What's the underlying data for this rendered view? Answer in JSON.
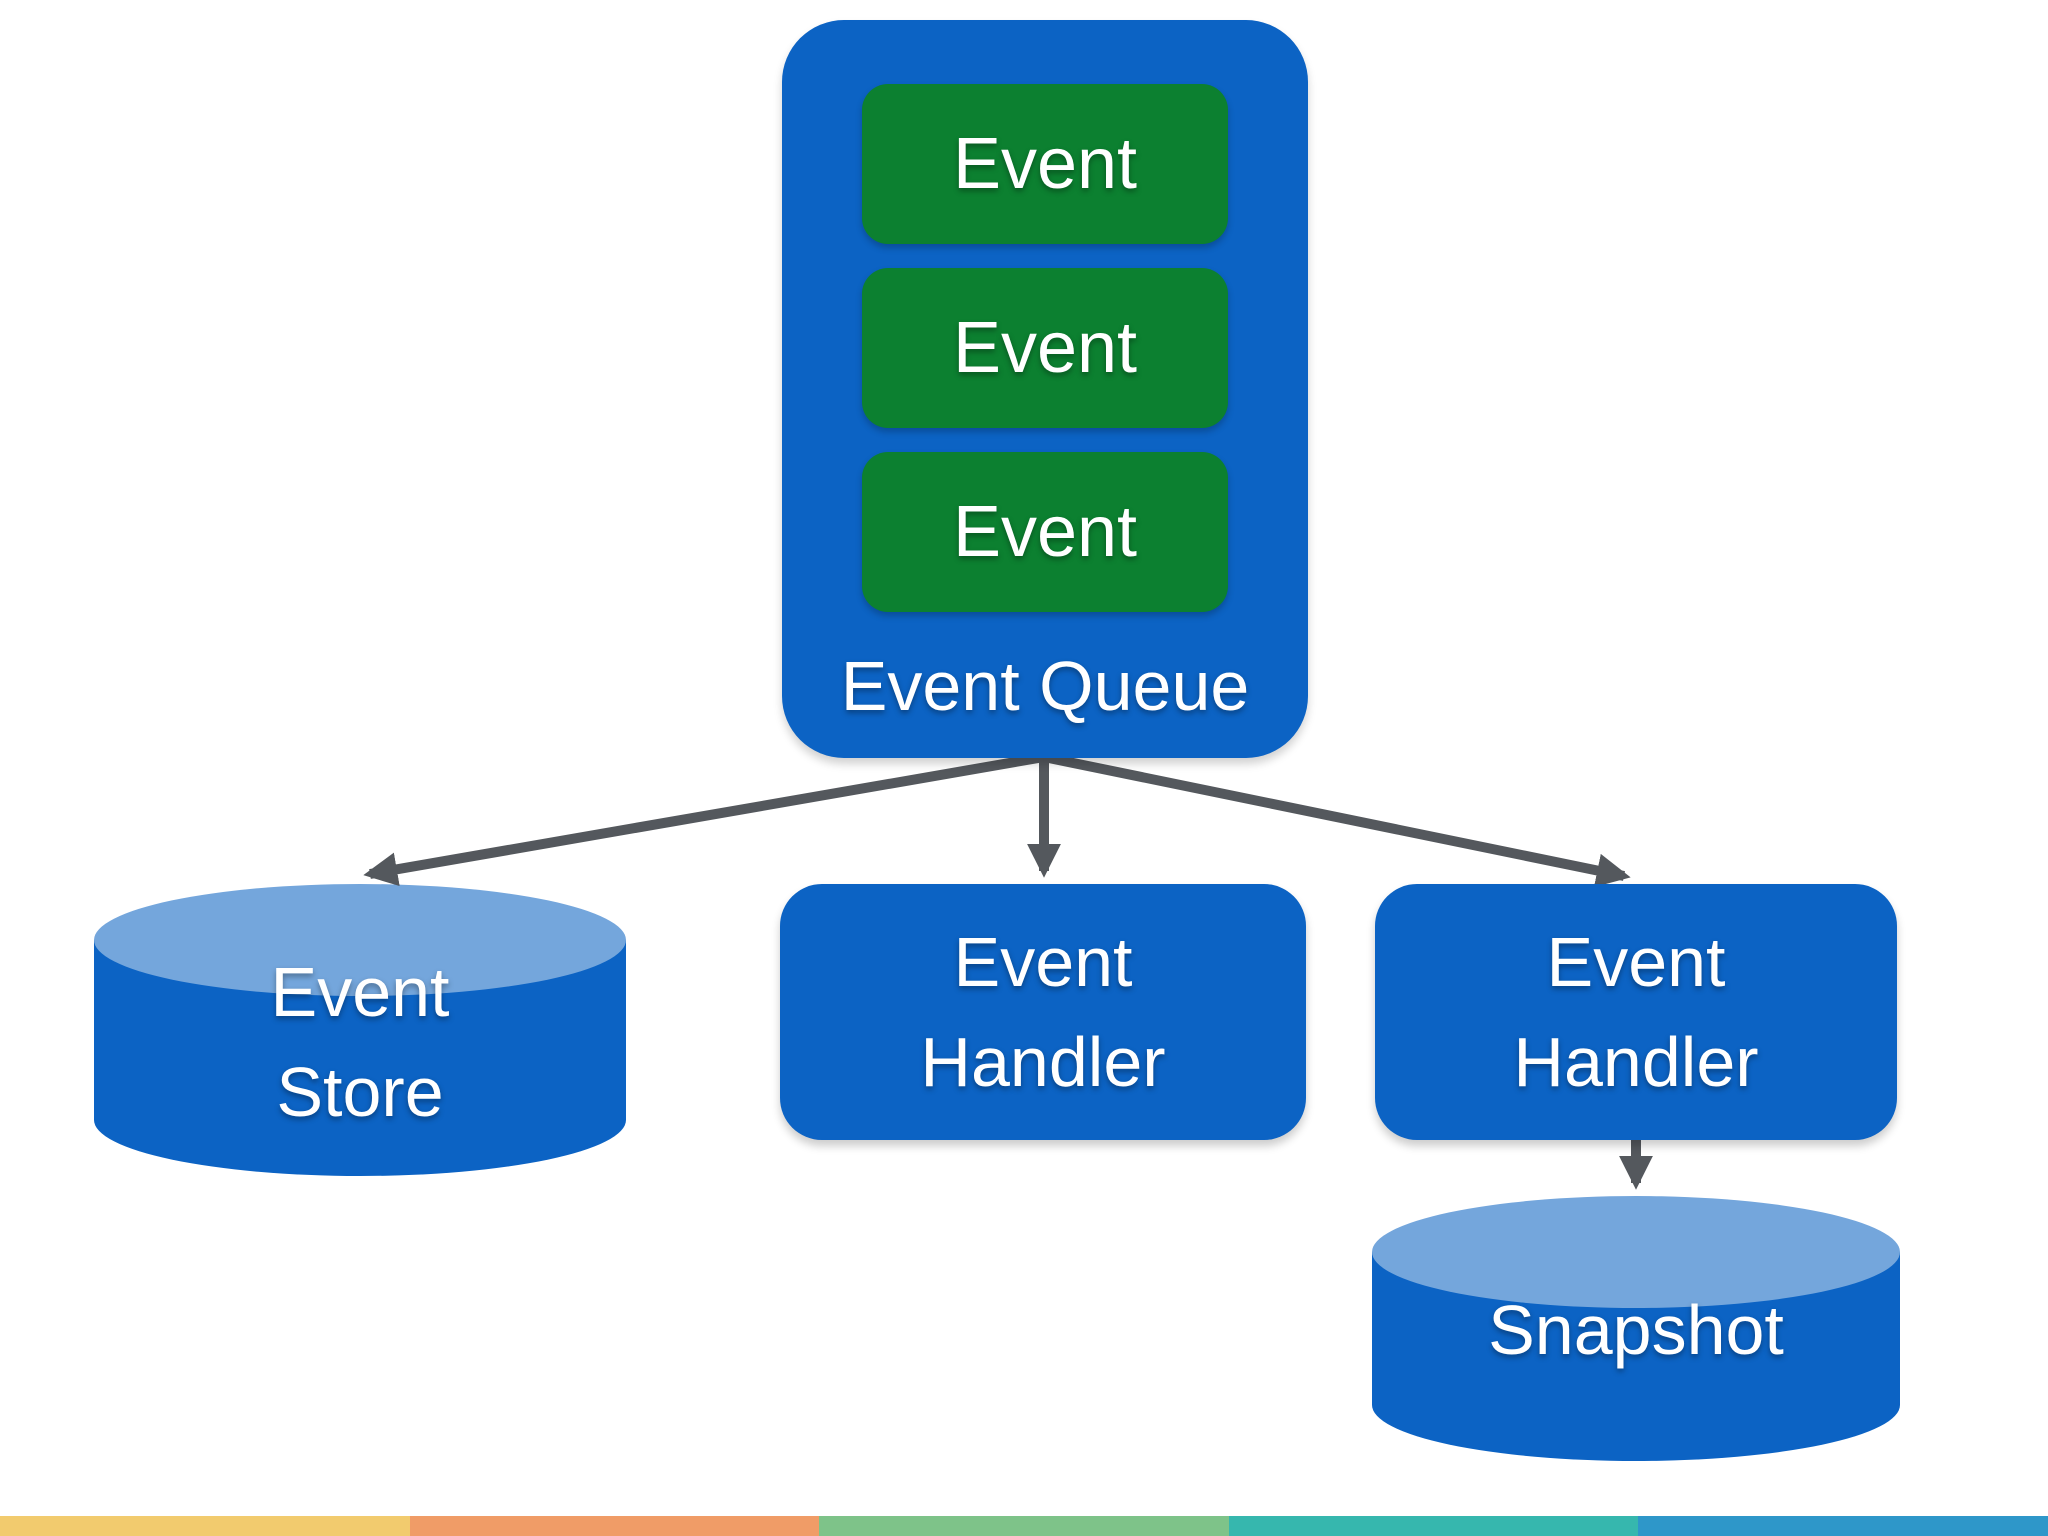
{
  "colors": {
    "blue": "#0C63C4",
    "green": "#0C8030",
    "cyl-top": "#74A6DC",
    "arrow": "#54585D",
    "text": "#FFFFFF",
    "bg": "#FFFFFF"
  },
  "diagram": {
    "queue": {
      "label": "Event Queue",
      "items": [
        {
          "label": "Event"
        },
        {
          "label": "Event"
        },
        {
          "label": "Event"
        }
      ]
    },
    "nodes": {
      "event_store": {
        "shape": "cylinder",
        "lines": [
          "Event",
          "Store"
        ]
      },
      "event_handler_1": {
        "shape": "rounded-rect",
        "lines": [
          "Event",
          "Handler"
        ]
      },
      "event_handler_2": {
        "shape": "rounded-rect",
        "lines": [
          "Event",
          "Handler"
        ]
      },
      "snapshot": {
        "shape": "cylinder",
        "lines": [
          "Snapshot"
        ]
      }
    },
    "edges": [
      {
        "from": "event-queue",
        "to": "event-store"
      },
      {
        "from": "event-queue",
        "to": "event-handler-1"
      },
      {
        "from": "event-queue",
        "to": "event-handler-2"
      },
      {
        "from": "event-handler-2",
        "to": "snapshot"
      }
    ]
  },
  "footer": {
    "segments": [
      {
        "name": "yellow",
        "color": "#F2CB6E"
      },
      {
        "name": "orange",
        "color": "#F09C67"
      },
      {
        "name": "green",
        "color": "#7EC389"
      },
      {
        "name": "teal",
        "color": "#36B7AE"
      },
      {
        "name": "blue",
        "color": "#2E97C9"
      }
    ]
  }
}
